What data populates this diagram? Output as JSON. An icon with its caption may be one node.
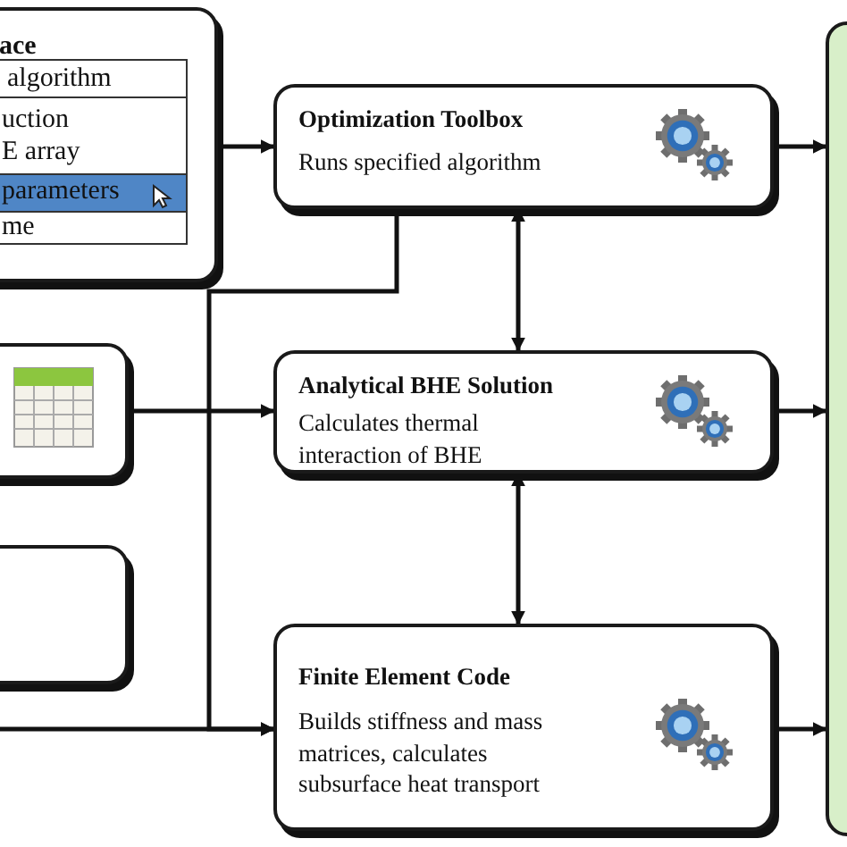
{
  "diagram": {
    "nodes": [
      {
        "text": [
          "ace",
          "algorithm",
          "uction",
          "E array",
          "parameters",
          "me"
        ]
      },
      {
        "text": [
          "Optimization Toolbox",
          "Runs specified algorithm"
        ]
      },
      {
        "text": [],
        "shape": "box"
      },
      {
        "text": [
          "Analytical BHE Solution",
          "Calculates thermal interaction of BHE"
        ]
      },
      {
        "text": [],
        "shape": "box"
      },
      {
        "text": [
          "Finite Element Code",
          "Builds stiffness and mass matrices, calculates subsurface heat transport"
        ]
      },
      {
        "text": [],
        "shape": "box"
      }
    ],
    "edges": [
      {
        "from": 0,
        "to": 1,
        "arrow": "to"
      },
      {
        "from": 1,
        "to": 5,
        "arrow": "to"
      },
      {
        "from": null,
        "to": 5,
        "arrow": "to"
      },
      {
        "from": 2,
        "to": 3,
        "arrow": "to"
      },
      {
        "from": 1,
        "to": 3,
        "arrow": "both"
      },
      {
        "from": 3,
        "to": 5,
        "arrow": "both"
      },
      {
        "from": 1,
        "to": 6,
        "arrow": "to"
      },
      {
        "from": 3,
        "to": 6,
        "arrow": "to"
      },
      {
        "from": 5,
        "to": 6,
        "arrow": "to"
      }
    ]
  }
}
